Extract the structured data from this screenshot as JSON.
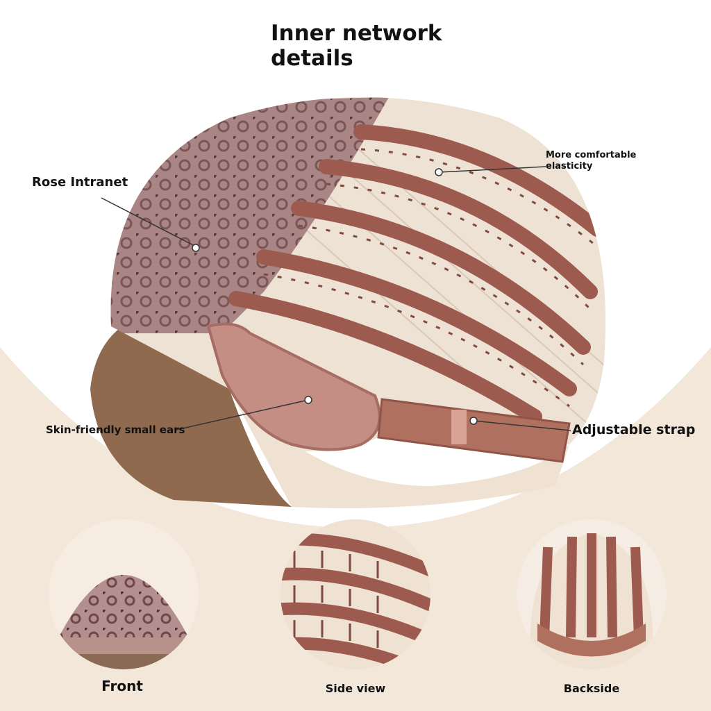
{
  "title_line1": "Inner network",
  "title_line2": "details",
  "callouts": {
    "rose_intranet": "Rose Intranet",
    "elasticity": "More comfortable elasticity",
    "small_ears": "Skin-friendly small ears",
    "strap": "Adjustable strap"
  },
  "views": {
    "front": "Front",
    "side": "Side view",
    "back": "Backside"
  },
  "colors": {
    "cap_mauve": "#a77c7c",
    "band_brown": "#9c5b4e",
    "hair_platinum": "#eee2d4",
    "background_beige": "#f3e7da"
  }
}
